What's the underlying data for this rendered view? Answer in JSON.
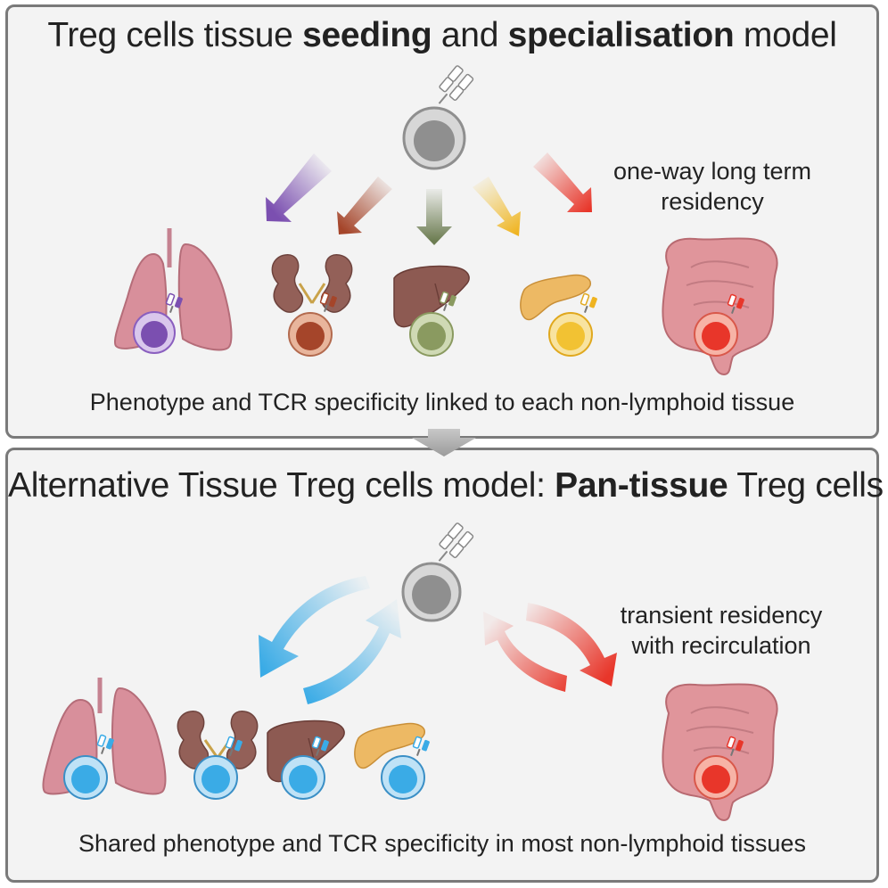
{
  "top_panel": {
    "title_part1": "Treg cells tissue ",
    "title_bold1": "seeding",
    "title_part2": " and ",
    "title_bold2": "specialisation",
    "title_part3": " model",
    "note_line1": "one-way long term",
    "note_line2": "residency",
    "caption": "Phenotype and TCR specificity linked to each non-lymphoid tissue"
  },
  "bottom_panel": {
    "title_part1": "Alternative Tissue Treg cells model: ",
    "title_bold": "Pan-tissue",
    "title_part2": " Treg cells",
    "note_line1": "transient residency",
    "note_line2": "with recirculation",
    "caption": "Shared phenotype and TCR specificity in most non-lymphoid tissues"
  },
  "colors": {
    "lung_cell": "#7b4fb0",
    "kidney_cell": "#a5452a",
    "liver_cell": "#8a9a60",
    "pancreas_cell": "#f2c233",
    "intestine_cell": "#e8362a",
    "pan_tissue_cell": "#3aabe6",
    "naive_cell": "#9a9a9a"
  }
}
